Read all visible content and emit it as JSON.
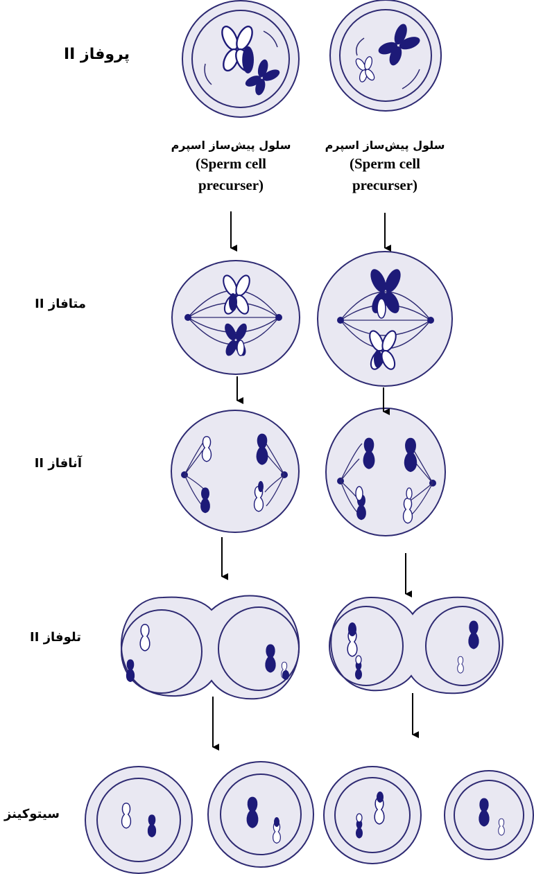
{
  "stages": {
    "prophase": "پروفاز II",
    "metaphase": "متافاز II",
    "anaphase": "آنافاز II",
    "telophase": "تلوفاز II",
    "cytokinesis": "سیتوکینز"
  },
  "captions": [
    {
      "fa": "سلول پیش‌ساز اسپرم",
      "en_line1": "(Sperm cell",
      "en_line2": "precurser)"
    },
    {
      "fa": "سلول پیش‌ساز اسپرم",
      "en_line1": "(Sperm cell",
      "en_line2": "precurser)"
    }
  ],
  "colors": {
    "cell_fill": "#e9e8f2",
    "outline": "#2e2a72",
    "chromosome": "#1d1a78",
    "arrow": "#000000"
  }
}
